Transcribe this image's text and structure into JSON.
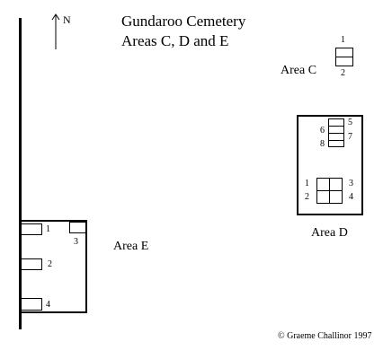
{
  "title_line1": "Gundaroo Cemetery",
  "title_line2": "Areas C, D and E",
  "north_label": "N",
  "area_c": {
    "label": "Area C",
    "plots": [
      "1",
      "2"
    ]
  },
  "area_d": {
    "label": "Area D",
    "plots": [
      "5",
      "6",
      "7",
      "8",
      "1",
      "2",
      "3",
      "4"
    ]
  },
  "area_e": {
    "label": "Area E",
    "plots": [
      "1",
      "2",
      "3",
      "4"
    ]
  },
  "copyright": "© Graeme Challinor 1997"
}
